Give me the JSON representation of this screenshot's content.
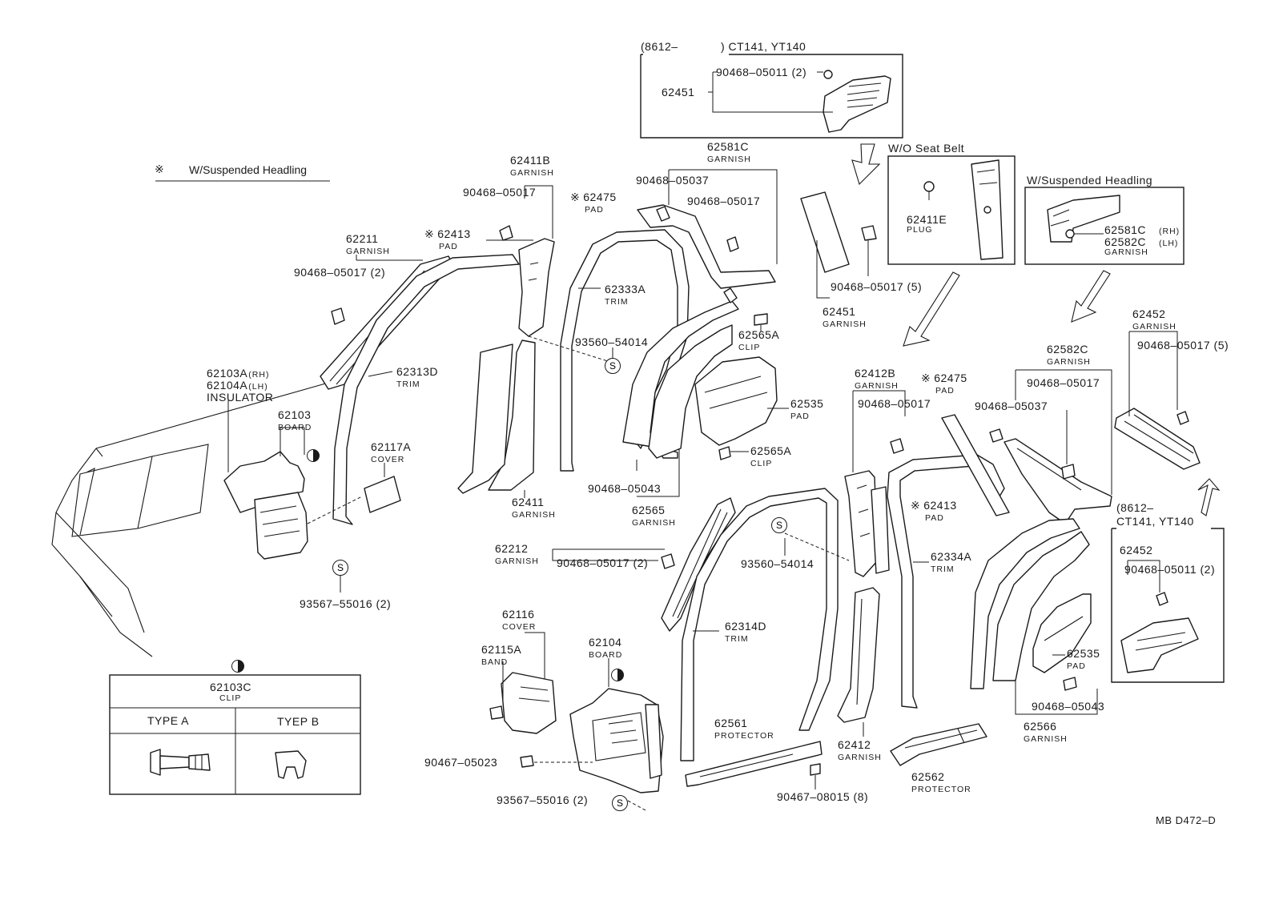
{
  "legend": {
    "mark": "※",
    "text": "W/Suspended Headling"
  },
  "inset_top": {
    "header_prefix": "(8612–",
    "header_suffix": ") CT141, YT140",
    "part": "62451",
    "fastener": "90468–05011 (2)"
  },
  "inset_seatbelt": {
    "title": "W/O Seat Belt",
    "part": "62411E",
    "sub": "PLUG"
  },
  "inset_headling": {
    "title": "W/Suspended Headling",
    "part_rh": "62581C",
    "rh": "(RH)",
    "part_lh": "62582C",
    "lh": "(LH)",
    "sub": "GARNISH"
  },
  "inset_right": {
    "header_prefix": "(8612–",
    "header_suffix": "CT141, YT140",
    "part": "62452",
    "fastener": "90468–05011 (2)"
  },
  "clip_table": {
    "part": "62103C",
    "sub": "CLIP",
    "type_a": "TYPE A",
    "type_b": "TYEP B"
  },
  "ref_code": "MB D472–D",
  "s_mark": "S",
  "labels": [
    {
      "id": "62211",
      "text": "62211",
      "sub": "GARNISH"
    },
    {
      "id": "90468-05017-2a",
      "text": "90468–05017 (2)"
    },
    {
      "id": "62103A",
      "text": "62103A",
      "sub": "(RH)"
    },
    {
      "id": "62104A",
      "text": "62104A",
      "sub": "(LH)"
    },
    {
      "id": "insulator",
      "text": "INSULATOR"
    },
    {
      "id": "62103",
      "text": "62103",
      "sub": "BOARD"
    },
    {
      "id": "62117A",
      "text": "62117A",
      "sub": "COVER"
    },
    {
      "id": "62313D",
      "text": "62313D",
      "sub": "TRIM"
    },
    {
      "id": "93567-55016-2a",
      "text": "93567–55016 (2)"
    },
    {
      "id": "62411B",
      "text": "62411B",
      "sub": "GARNISH"
    },
    {
      "id": "90468-05017-b",
      "text": "90468–05017"
    },
    {
      "id": "62413-a",
      "mark": "※",
      "text": "62413",
      "sub": "PAD"
    },
    {
      "id": "62475-a",
      "mark": "※",
      "text": "62475",
      "sub": "PAD"
    },
    {
      "id": "62333A",
      "text": "62333A",
      "sub": "TRIM"
    },
    {
      "id": "93560-54014-a",
      "text": "93560–54014"
    },
    {
      "id": "62411",
      "text": "62411",
      "sub": "GARNISH"
    },
    {
      "id": "62581C",
      "text": "62581C",
      "sub": "GARNISH"
    },
    {
      "id": "90468-05037-a",
      "text": "90468–05037"
    },
    {
      "id": "90468-05017-c",
      "text": "90468–05017"
    },
    {
      "id": "62565A-a",
      "text": "62565A",
      "sub": "CLIP"
    },
    {
      "id": "62535-a",
      "text": "62535",
      "sub": "PAD"
    },
    {
      "id": "62565A-b",
      "text": "62565A",
      "sub": "CLIP"
    },
    {
      "id": "90468-05043-a",
      "text": "90468–05043"
    },
    {
      "id": "62565",
      "text": "62565",
      "sub": "GARNISH"
    },
    {
      "id": "62451",
      "text": "62451",
      "sub": "GARNISH"
    },
    {
      "id": "90468-05017-5a",
      "text": "90468–05017 (5)"
    },
    {
      "id": "62212",
      "text": "62212",
      "sub": "GARNISH"
    },
    {
      "id": "90468-05017-2b",
      "text": "90468–05017 (2)"
    },
    {
      "id": "62116",
      "text": "62116",
      "sub": "COVER"
    },
    {
      "id": "62115A",
      "text": "62115A",
      "sub": "BAND"
    },
    {
      "id": "62104",
      "text": "62104",
      "sub": "BOARD"
    },
    {
      "id": "90467-05023",
      "text": "90467–05023"
    },
    {
      "id": "93567-55016-2b",
      "text": "93567–55016 (2)"
    },
    {
      "id": "62314D",
      "text": "62314D",
      "sub": "TRIM"
    },
    {
      "id": "62561",
      "text": "62561",
      "sub": "PROTECTOR"
    },
    {
      "id": "90467-08015",
      "text": "90467–08015 (8)"
    },
    {
      "id": "93560-54014-b",
      "text": "93560–54014"
    },
    {
      "id": "62412B",
      "text": "62412B",
      "sub": "GARNISH"
    },
    {
      "id": "90468-05017-d",
      "text": "90468–05017"
    },
    {
      "id": "62413-b",
      "mark": "※",
      "text": "62413",
      "sub": "PAD"
    },
    {
      "id": "62334A",
      "text": "62334A",
      "sub": "TRIM"
    },
    {
      "id": "62412",
      "text": "62412",
      "sub": "GARNISH"
    },
    {
      "id": "62562",
      "text": "62562",
      "sub": "PROTECTOR"
    },
    {
      "id": "62475-b",
      "mark": "※",
      "text": "62475",
      "sub": "PAD"
    },
    {
      "id": "62582C",
      "text": "62582C",
      "sub": "GARNISH"
    },
    {
      "id": "90468-05037-b",
      "text": "90468–05037"
    },
    {
      "id": "90468-05017-e",
      "text": "90468–05017"
    },
    {
      "id": "62535-b",
      "text": "62535",
      "sub": "PAD"
    },
    {
      "id": "90468-05043-b",
      "text": "90468–05043"
    },
    {
      "id": "62566",
      "text": "62566",
      "sub": "GARNISH"
    },
    {
      "id": "62452",
      "text": "62452",
      "sub": "GARNISH"
    },
    {
      "id": "90468-05017-5b",
      "text": "90468–05017 (5)"
    }
  ]
}
